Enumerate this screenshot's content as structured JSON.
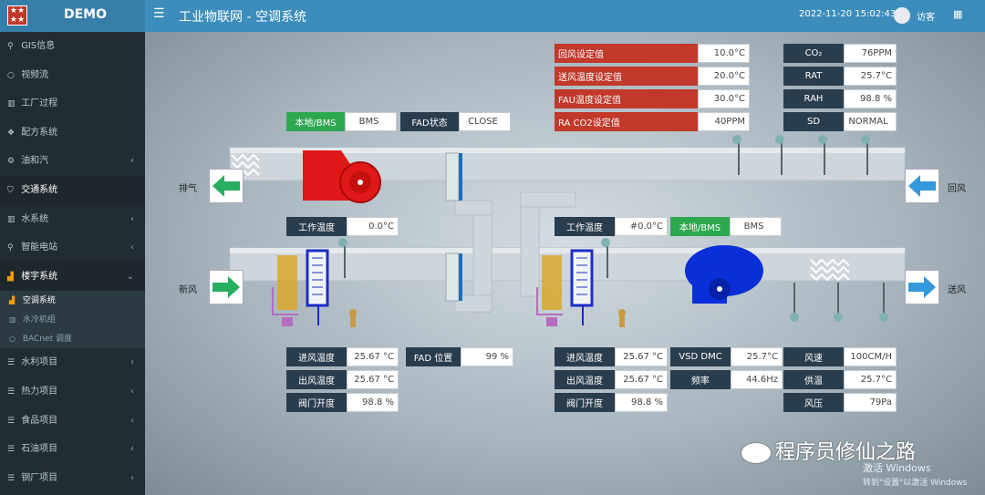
{
  "header": {
    "app_name": "DEMO",
    "menu_icon": "☰",
    "page_title": "工业物联网 - 空调系统",
    "clock": "2022-11-20 15:02:43",
    "user_name": "访客",
    "apps_icon": "▦"
  },
  "sidebar": {
    "items": [
      {
        "icon": "map-marker-icon",
        "glyph": "⚲",
        "label": "GIS信息",
        "chevron": ""
      },
      {
        "icon": "circle-icon",
        "glyph": "○",
        "label": "视频流",
        "chevron": ""
      },
      {
        "icon": "bar-chart-icon",
        "glyph": "▥",
        "label": "工厂过程",
        "chevron": ""
      },
      {
        "icon": "cubes-icon",
        "glyph": "❖",
        "label": "配方系统",
        "chevron": ""
      },
      {
        "icon": "cogs-icon",
        "glyph": "⚙",
        "label": "油和汽",
        "chevron": "‹"
      },
      {
        "icon": "shield-icon",
        "glyph": "⛉",
        "label": "交通系统",
        "chevron": ""
      },
      {
        "icon": "bar-chart-icon",
        "glyph": "▥",
        "label": "水系统",
        "chevron": "‹"
      },
      {
        "icon": "map-marker-icon",
        "glyph": "⚲",
        "label": "智能电站",
        "chevron": "‹"
      },
      {
        "icon": "area-chart-icon",
        "glyph": "▟",
        "label": "楼宇系统",
        "chevron": "⌄"
      }
    ],
    "sub_items": [
      {
        "icon": "area-chart-icon",
        "glyph": "▟",
        "label": "空调系统"
      },
      {
        "icon": "bar-chart-icon",
        "glyph": "▥",
        "label": "水冷机组"
      },
      {
        "icon": "circle-icon",
        "glyph": "○",
        "label": "BACnet 调度"
      }
    ],
    "items_after": [
      {
        "icon": "sliders-icon",
        "glyph": "☰",
        "label": "水利项目",
        "chevron": "‹"
      },
      {
        "icon": "sliders-icon",
        "glyph": "☰",
        "label": "热力项目",
        "chevron": "‹"
      },
      {
        "icon": "sliders-icon",
        "glyph": "☰",
        "label": "食品项目",
        "chevron": "‹"
      },
      {
        "icon": "sliders-icon",
        "glyph": "☰",
        "label": "石油项目",
        "chevron": "‹"
      },
      {
        "icon": "sliders-icon",
        "glyph": "☰",
        "label": "钢厂项目",
        "chevron": "‹"
      }
    ]
  },
  "setpoints": [
    {
      "label": "回风设定值",
      "value": "10.0°C"
    },
    {
      "label": "送风温度设定值",
      "value": "20.0°C"
    },
    {
      "label": "FAU温度设定值",
      "value": "30.0°C"
    },
    {
      "label": "RA CO2设定值",
      "value": "40PPM"
    }
  ],
  "sensors": [
    {
      "label": "CO₂",
      "value": "76PPM"
    },
    {
      "label": "RAT",
      "value": "25.7°C"
    },
    {
      "label": "RAH",
      "value": "98.8 %"
    },
    {
      "label": "SD",
      "value": "NORMAL"
    }
  ],
  "top_controls": {
    "mode_label": "本地/BMS",
    "mode_value": "BMS",
    "fad_label": "FAD状态",
    "fad_value": "CLOSE"
  },
  "exhaust_temp": {
    "label": "工作温度",
    "value": "0.0°C"
  },
  "supply_temp": {
    "label": "工作温度",
    "value": "#0.0°C",
    "mode_label": "本地/BMS",
    "mode_value": "BMS"
  },
  "side_labels": {
    "exhaust": "排气",
    "return_air": "回风",
    "fresh_air": "新风",
    "supply_air": "送风"
  },
  "left_readings": [
    {
      "label": "进风温度",
      "value": "25.67 °C"
    },
    {
      "label": "出风温度",
      "value": "25.67 °C"
    },
    {
      "label": "阀门开度",
      "value": "98.8 %"
    }
  ],
  "fad_position": {
    "label": "FAD 位置",
    "value": "99 %"
  },
  "mid_readings": [
    {
      "label": "进风温度",
      "value": "25.67 °C"
    },
    {
      "label": "出风温度",
      "value": "25.67 °C"
    },
    {
      "label": "阀门开度",
      "value": "98.8 %"
    }
  ],
  "vsd": [
    {
      "label": "VSD DMC",
      "value": "25.7°C"
    },
    {
      "label": "频率",
      "value": "44.6Hz"
    }
  ],
  "right_readings": [
    {
      "label": "风速",
      "value": "100CM/H"
    },
    {
      "label": "供温",
      "value": "25.7°C"
    },
    {
      "label": "风压",
      "value": "79Pa"
    }
  ],
  "watermark": "程序员修仙之路",
  "activate_line1": "激活 Windows",
  "activate_line2": "转到\"设置\"以激活 Windows",
  "colors": {
    "topbar": "#3c8dbc",
    "sidebar": "#222d32",
    "exhaust_fan": "#e01818",
    "supply_fan": "#0a2fd8",
    "green_arrow": "#27ae60",
    "blue_arrow": "#3498db"
  }
}
